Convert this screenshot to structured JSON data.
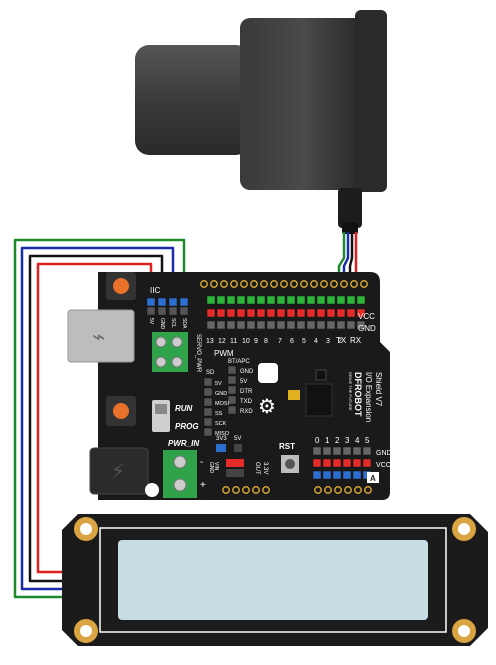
{
  "board": {
    "header_top": "IIC",
    "iic_pins": [
      "5V",
      "GND",
      "SCL",
      "SDA"
    ],
    "digital_pins": [
      "13",
      "12",
      "11",
      "10",
      "9",
      "8",
      "7",
      "6",
      "5",
      "4",
      "3",
      "2"
    ],
    "tx": "TX",
    "rx": "RX",
    "vcc_top": "VCC",
    "gnd_top": "GND",
    "servo_pwr": "SERVO_PWR",
    "pwm": "PWM",
    "bt_label": "BT/APC",
    "bt_pins": [
      "GND",
      "5V",
      "DTR",
      "TXD",
      "RXD"
    ],
    "sd": "SD",
    "spi_pins": [
      "5V",
      "GND",
      "MOSI",
      "SS",
      "SCK",
      "MISO"
    ],
    "run": "RUN",
    "prog": "PROG",
    "pwr_in": "PWR_IN",
    "v33": "3V3",
    "v5": "5V",
    "vin": "VIN",
    "gnd_small": "GND",
    "out": "OUT",
    "v33_rot": "3.3V",
    "rst": "RST",
    "analog_pins": [
      "0",
      "1",
      "2",
      "3",
      "4",
      "5"
    ],
    "gnd_right": "GND",
    "vcc_right": "VCC",
    "a_label": "A",
    "plus": "+",
    "minus": "-",
    "brand": "DFROBOT",
    "brand_sub": "DRIVE THE FUTURE",
    "name_line1": "I/O Expansion",
    "name_line2": "Shield V7"
  },
  "colors": {
    "board": "#1a1a1a",
    "green_header": "#2db53a",
    "red_header": "#e52a2a",
    "blue_header": "#2d6fd0",
    "yellow_header": "#e0b020",
    "terminal": "#2fa24a",
    "wire_red": "#e02020",
    "wire_black": "#111111",
    "wire_blue": "#1a2aa8",
    "wire_green": "#1f8a2a",
    "lcd_screen": "#c7dde4",
    "orange_button": "#e8722a",
    "gold_pad": "#d9a441"
  }
}
